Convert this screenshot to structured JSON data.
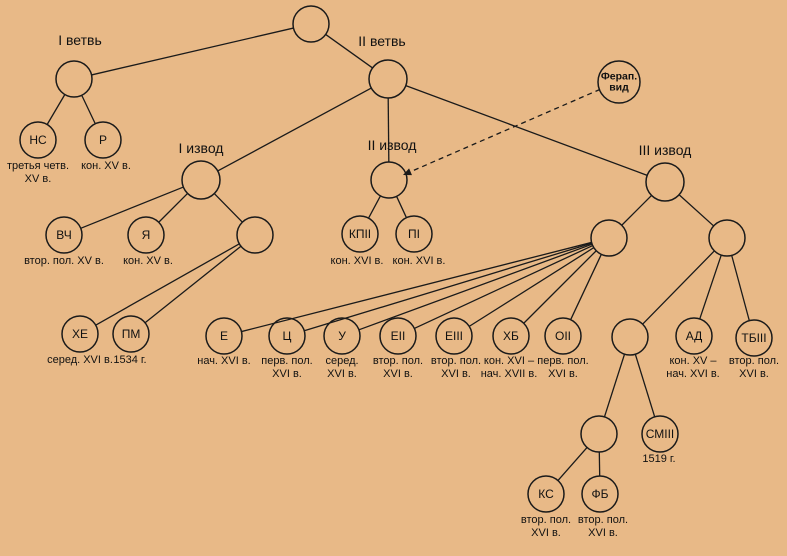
{
  "headings": {
    "branch_1": "I ветвь",
    "branch_2": "II ветвь",
    "izvod_1": "I извод",
    "izvod_2": "II извод",
    "izvod_3": "III извод"
  },
  "nodes": {
    "root": {
      "label": ""
    },
    "b1": {
      "label": ""
    },
    "b2": {
      "label": ""
    },
    "ns": {
      "label": "НС",
      "date": [
        "третья четв.",
        "XV в."
      ]
    },
    "r": {
      "label": "Р",
      "date": [
        "кон. XV в."
      ]
    },
    "iz1": {
      "label": ""
    },
    "iz2": {
      "label": ""
    },
    "iz3": {
      "label": ""
    },
    "ferap": {
      "label": [
        "Ферап.",
        "вид"
      ]
    },
    "vch": {
      "label": "ВЧ",
      "date": [
        "втор. пол. XV в."
      ]
    },
    "ya": {
      "label": "Я",
      "date": [
        "кон. XV в."
      ]
    },
    "i1c": {
      "label": ""
    },
    "he": {
      "label": "ХЕ",
      "date": [
        "серед. XVI в."
      ]
    },
    "pm": {
      "label": "ПМ",
      "date": [
        "1534 г."
      ]
    },
    "kp2": {
      "label": "КПII",
      "date": [
        "кон. XVI в."
      ]
    },
    "p1": {
      "label": "ПI",
      "date": [
        "кон. XVI в."
      ]
    },
    "i3a": {
      "label": ""
    },
    "i3b": {
      "label": ""
    },
    "e": {
      "label": "Е",
      "date": [
        "нач. XVI в."
      ]
    },
    "ts": {
      "label": "Ц",
      "date": [
        "перв. пол.",
        "XVI в."
      ]
    },
    "u": {
      "label": "У",
      "date": [
        "серед.",
        "XVI в."
      ]
    },
    "e2": {
      "label": "ЕII",
      "date": [
        "втор. пол.",
        "XVI в."
      ]
    },
    "e3": {
      "label": "ЕIII",
      "date": [
        "втор. пол.",
        "XVI в."
      ]
    },
    "hb": {
      "label": "ХБ",
      "date": [
        "кон. XVI –",
        "нач. XVII в."
      ]
    },
    "o2": {
      "label": "ОII",
      "date": [
        "перв. пол.",
        "XVI в."
      ]
    },
    "i3b1": {
      "label": ""
    },
    "ad": {
      "label": "АД",
      "date": [
        "кон. XV –",
        "нач. XVI в."
      ]
    },
    "tb3": {
      "label": "ТБIII",
      "date": [
        "втор. пол.",
        "XVI в."
      ]
    },
    "sub": {
      "label": ""
    },
    "sm3": {
      "label": "СМIII",
      "date": [
        "1519 г."
      ]
    },
    "ks": {
      "label": "КС",
      "date": [
        "втор. пол.",
        "XVI в."
      ]
    },
    "fb": {
      "label": "ФБ",
      "date": [
        "втор. пол.",
        "XVI в."
      ]
    }
  }
}
